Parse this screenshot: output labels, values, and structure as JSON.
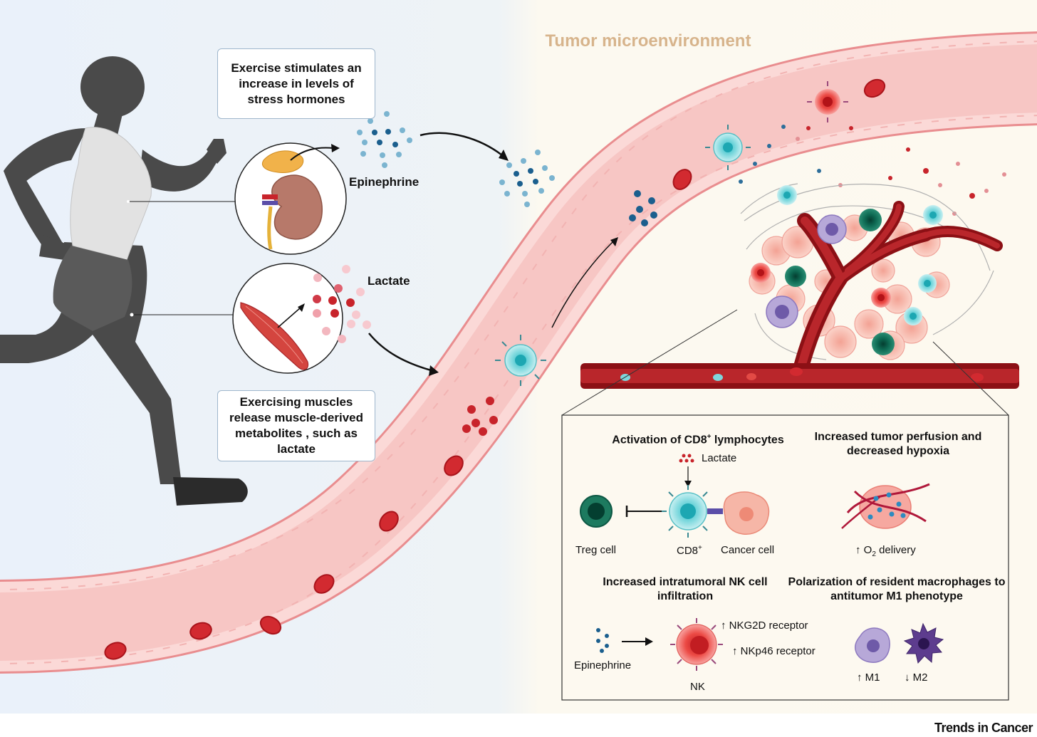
{
  "panel_title": "Tumor microenvironment",
  "callouts": {
    "stress": "Exercise stimulates an increase in levels of stress hormones",
    "muscle": "Exercising muscles release muscle-derived metabolites , such as lactate"
  },
  "labels": {
    "epinephrine": "Epinephrine",
    "lactate": "Lactate"
  },
  "inset": {
    "cd8_title_pre": "Activation of CD8",
    "cd8_title_sup": "+",
    "cd8_title_post": " lymphocytes",
    "lactate": "Lactate",
    "treg": "Treg cell",
    "cd8": "CD8",
    "cd8_sup": "+",
    "cancer": "Cancer cell",
    "perfusion_title": "Increased tumor perfusion and decreased hypoxia",
    "o2_pre": "↑ O",
    "o2_sub": "2",
    "o2_post": " delivery",
    "nk_title": "Increased intratumoral NK cell infiltration",
    "epinephrine": "Epinephrine",
    "nk": "NK",
    "nkg2d": "↑ NKG2D receptor",
    "nkp46": "↑ NKp46 receptor",
    "macro_title": "Polarization of resident macrophages to antitumor M1 phenotype",
    "m1": "↑ M1",
    "m2": "↓ M2"
  },
  "brand": "Trends in Cancer",
  "colors": {
    "left_bg": "#ebf2fa",
    "right_bg": "#fdfaf1",
    "vessel": "#f6c4c3",
    "vessel_edge": "#e8878a",
    "rbc": "#d5262f",
    "tumor_vessel": "#a4161c",
    "cd8": "#7fd6dc",
    "treg": "#0f6b55",
    "nk": "#e63b3b",
    "m1": "#b7a8d8",
    "m2": "#5d3c8e",
    "epinephrine": "#1c6f9c",
    "title": "#d7b48c",
    "runner": "#4a4a4a"
  }
}
